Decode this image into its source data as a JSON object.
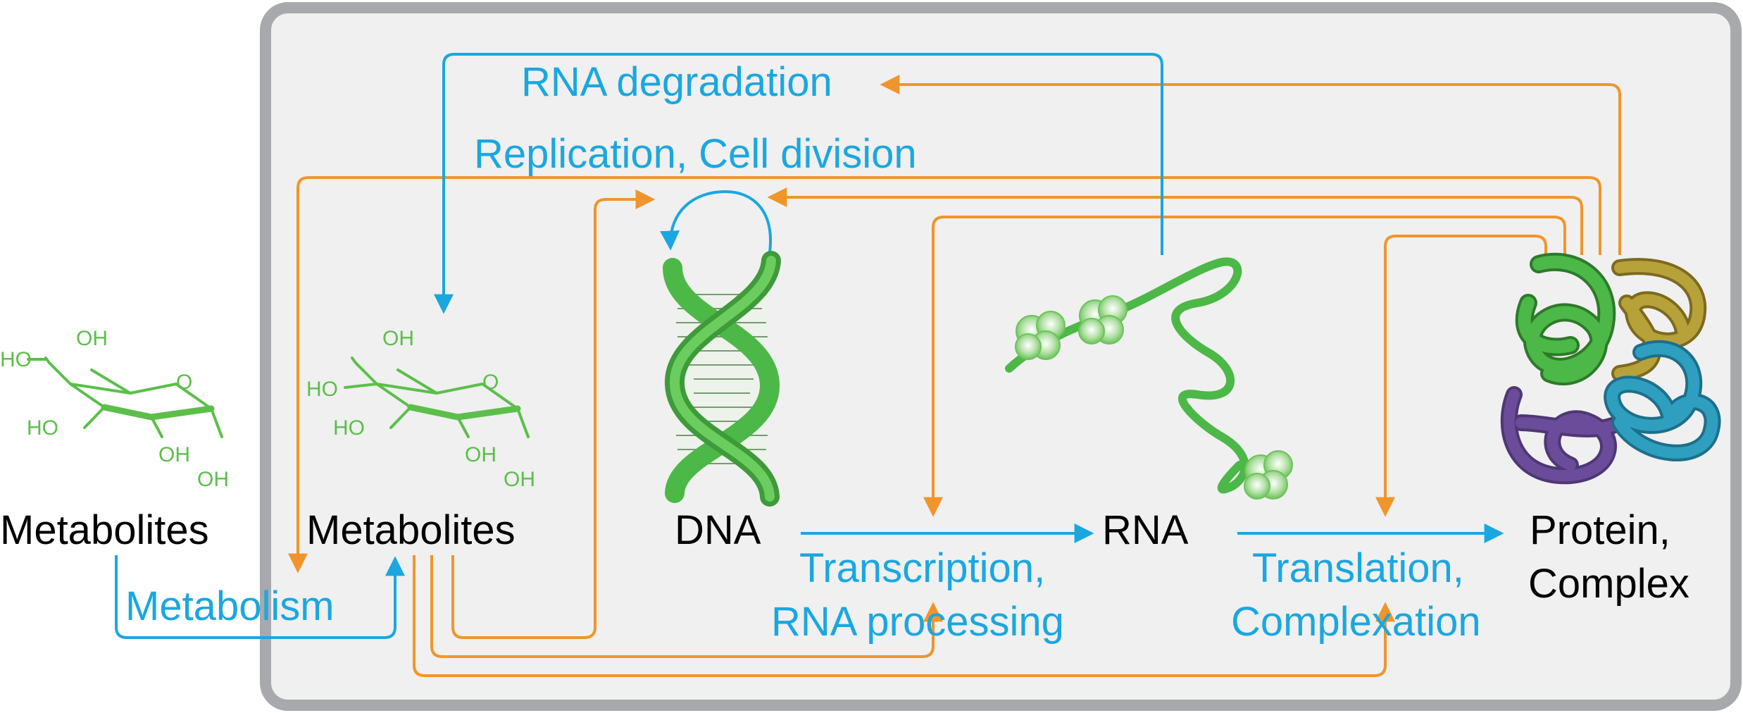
{
  "colors": {
    "process_blue": "#1aa7e0",
    "feedback_orange": "#f0952b",
    "molecule_green": "#5bbf4a",
    "panel_fill": "#f0f0f0",
    "panel_border": "#a7a9ac",
    "protein_green": "#4cb847",
    "protein_olive": "#b7a23a",
    "protein_purple": "#6b4c9a",
    "protein_teal": "#2f9fc0"
  },
  "nodes": {
    "external_metabolites": "Metabolites",
    "metabolites": "Metabolites",
    "dna": "DNA",
    "rna": "RNA",
    "protein_line1": "Protein,",
    "protein_line2": "Complex"
  },
  "processes": {
    "rna_degradation": "RNA degradation",
    "replication": "Replication, Cell division",
    "metabolism": "Metabolism",
    "transcription_line1": "Transcription,",
    "transcription_line2": "RNA processing",
    "translation_line1": "Translation,",
    "translation_line2": "Complexation"
  },
  "glucose_labels": {
    "oh": "OH",
    "ho": "HO",
    "o": "O"
  },
  "icons": [
    "glucose-icon",
    "dna-helix-icon",
    "ribosome-mrna-icon",
    "protein-complex-icon",
    "cycle-arrow-icon"
  ]
}
